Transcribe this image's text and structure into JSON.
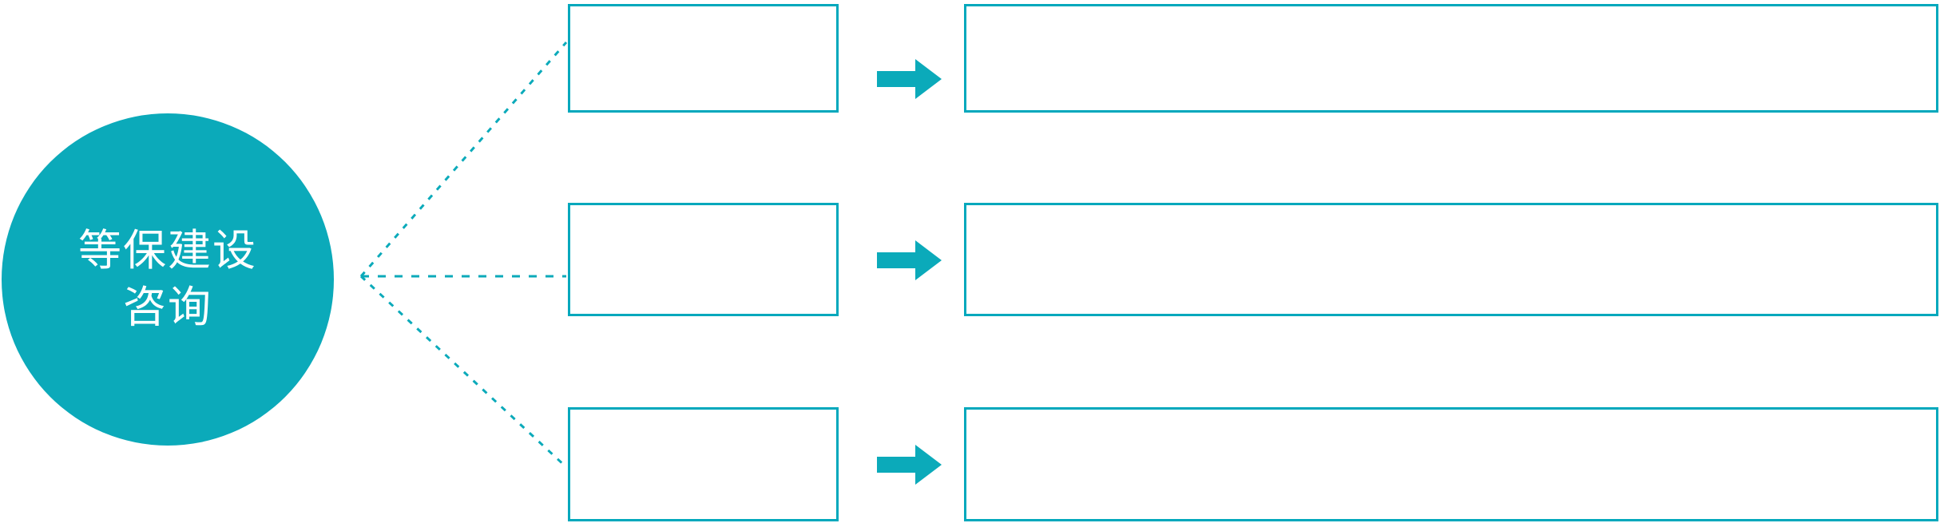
{
  "diagram": {
    "title": "等保建设咨询",
    "accent_color": "#0BAABA",
    "border_color": "#00A8BC",
    "background_color": "#ffffff",
    "hub": {
      "name": "等保建设咨询",
      "lines": [
        "等保建设",
        "咨询"
      ],
      "shape": "circle",
      "fill": "#0BAABA",
      "text_color": "#ffffff"
    },
    "connector": {
      "style": "dotted",
      "color": "#0BAABA",
      "origin_label": "等保建设咨询"
    },
    "rows": [
      {
        "id": "row-1",
        "arrow_icon": "arrow-right-icon",
        "stage": {
          "label": ""
        },
        "detail": {
          "label": ""
        }
      },
      {
        "id": "row-2",
        "arrow_icon": "arrow-right-icon",
        "stage": {
          "label": ""
        },
        "detail": {
          "label": ""
        }
      },
      {
        "id": "row-3",
        "arrow_icon": "arrow-right-icon",
        "stage": {
          "label": ""
        },
        "detail": {
          "label": ""
        }
      }
    ]
  }
}
